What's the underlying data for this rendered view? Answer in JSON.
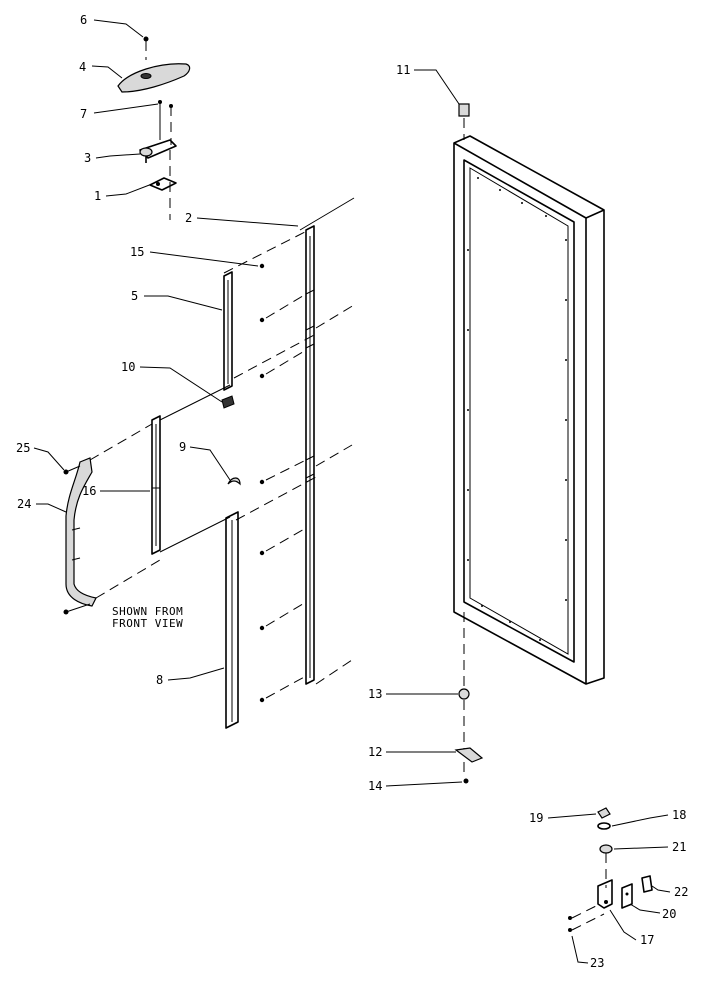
{
  "callouts": {
    "c1": "1",
    "c2": "2",
    "c3": "3",
    "c4": "4",
    "c5": "5",
    "c6": "6",
    "c7": "7",
    "c8": "8",
    "c9": "9",
    "c10": "10",
    "c11": "11",
    "c12": "12",
    "c13": "13",
    "c14": "14",
    "c15": "15",
    "c16": "16",
    "c17": "17",
    "c18": "18",
    "c19": "19",
    "c20": "20",
    "c21": "21",
    "c22": "22",
    "c23": "23",
    "c24": "24",
    "c25": "25"
  },
  "note": {
    "line1": "SHOWN FROM",
    "line2": "FRONT VIEW"
  }
}
